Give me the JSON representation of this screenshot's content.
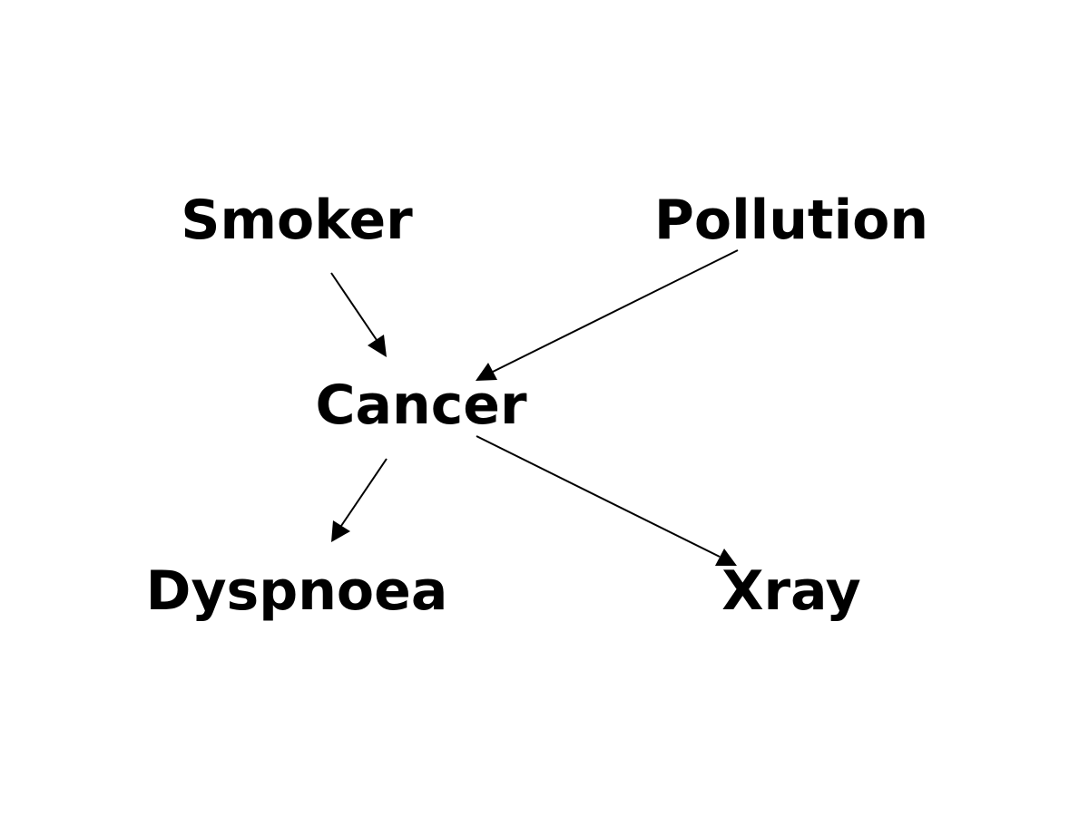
{
  "diagram": {
    "type": "directed-graph",
    "colors": {
      "background": "#ffffff",
      "ink": "#000000"
    },
    "nodes": {
      "smoker": {
        "label": "Smoker"
      },
      "pollution": {
        "label": "Pollution"
      },
      "cancer": {
        "label": "Cancer"
      },
      "dyspnoea": {
        "label": "Dyspnoea"
      },
      "xray": {
        "label": "Xray"
      }
    },
    "edges": [
      {
        "from": "smoker",
        "to": "cancer"
      },
      {
        "from": "pollution",
        "to": "cancer"
      },
      {
        "from": "cancer",
        "to": "dyspnoea"
      },
      {
        "from": "cancer",
        "to": "xray"
      }
    ]
  }
}
